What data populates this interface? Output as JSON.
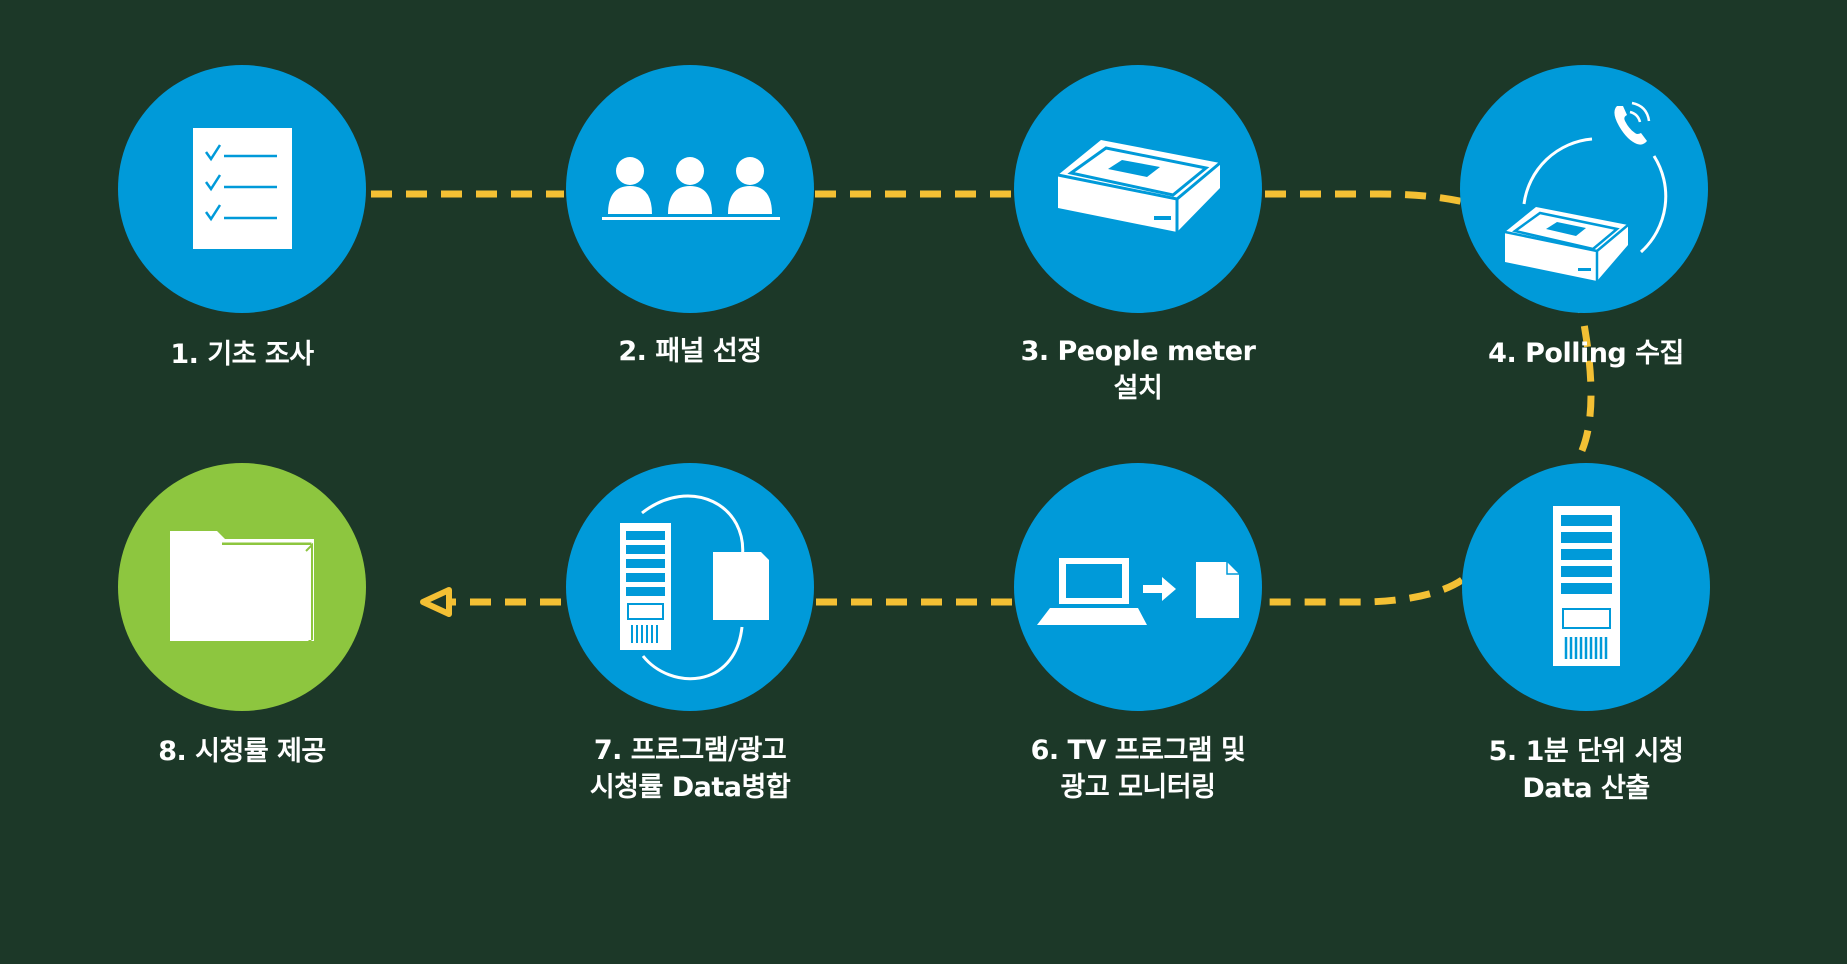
{
  "colors": {
    "background": "#1c3828",
    "circle_blue": "#009ad9",
    "circle_green": "#8dc63f",
    "connector": "#f3c034",
    "icon": "#ffffff"
  },
  "steps": [
    {
      "number": "1",
      "lines": [
        "1. 기초 조사"
      ],
      "icon": "checklist-icon",
      "color": "blue"
    },
    {
      "number": "2",
      "lines": [
        "2. 패널 선정"
      ],
      "icon": "people-panel-icon",
      "color": "blue"
    },
    {
      "number": "3",
      "lines": [
        "3. People meter",
        "설치"
      ],
      "icon": "people-meter-device-icon",
      "color": "blue"
    },
    {
      "number": "4",
      "lines": [
        "4. Polling 수집"
      ],
      "icon": "phone-polling-icon",
      "color": "blue"
    },
    {
      "number": "5",
      "lines": [
        "5. 1분 단위 시청",
        "Data 산출"
      ],
      "icon": "server-icon",
      "color": "blue"
    },
    {
      "number": "6",
      "lines": [
        "6. TV 프로그램 및",
        "광고 모니터링"
      ],
      "icon": "laptop-to-document-icon",
      "color": "blue"
    },
    {
      "number": "7",
      "lines": [
        "7. 프로그램/광고",
        "시청률 Data병합"
      ],
      "icon": "server-document-merge-icon",
      "color": "blue"
    },
    {
      "number": "8",
      "lines": [
        "8. 시청률 제공"
      ],
      "icon": "folder-icon",
      "color": "green"
    }
  ]
}
